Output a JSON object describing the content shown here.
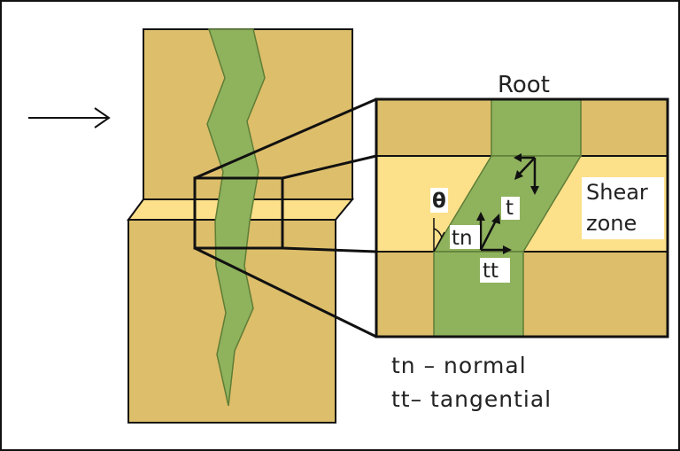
{
  "labels": {
    "root": "Root",
    "shear_line_1": "Shear",
    "shear_line_2": "zone",
    "theta": "θ",
    "t": "t",
    "tn": "tn",
    "tt": "tt"
  },
  "legend": {
    "line_1": "tn –  normal",
    "line_2": "tt–  tangential"
  },
  "colors": {
    "soil": "#DDBE6A",
    "shear_zone": "#FCE08A",
    "root": "#8FB25D",
    "outline": "#111111"
  }
}
